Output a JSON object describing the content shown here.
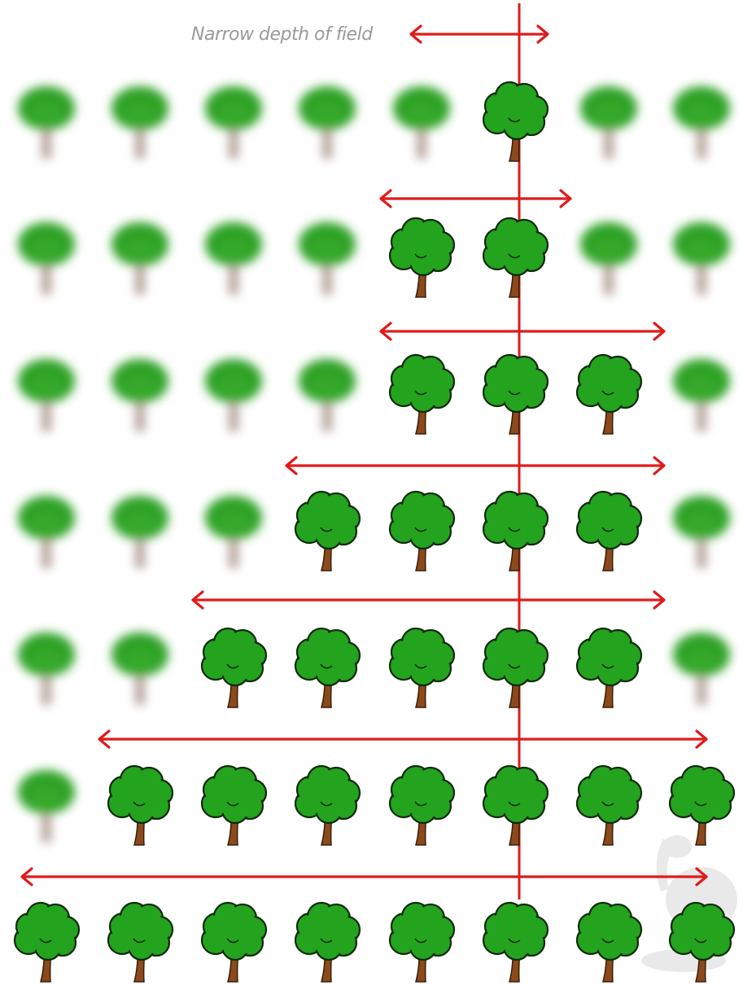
{
  "diagram": {
    "label": "Narrow depth of field",
    "focus_column": 5,
    "trees_per_row": 8,
    "rows": [
      {
        "sharp": [
          5
        ]
      },
      {
        "sharp": [
          4,
          5
        ]
      },
      {
        "sharp": [
          4,
          5,
          6
        ]
      },
      {
        "sharp": [
          3,
          4,
          5,
          6
        ]
      },
      {
        "sharp": [
          2,
          3,
          4,
          5,
          6
        ]
      },
      {
        "sharp": [
          1,
          2,
          3,
          4,
          5,
          6,
          7
        ]
      },
      {
        "sharp": [
          0,
          1,
          2,
          3,
          4,
          5,
          6,
          7
        ]
      }
    ],
    "colors": {
      "arrow": "#e01b1b",
      "foliage": "#24a31e",
      "foliage_outline": "#0d2a08",
      "trunk": "#8b4a1c",
      "blurred_trunk": "#b5a39a",
      "background": "#ffffff"
    },
    "watermark": "elephant-silhouette"
  }
}
